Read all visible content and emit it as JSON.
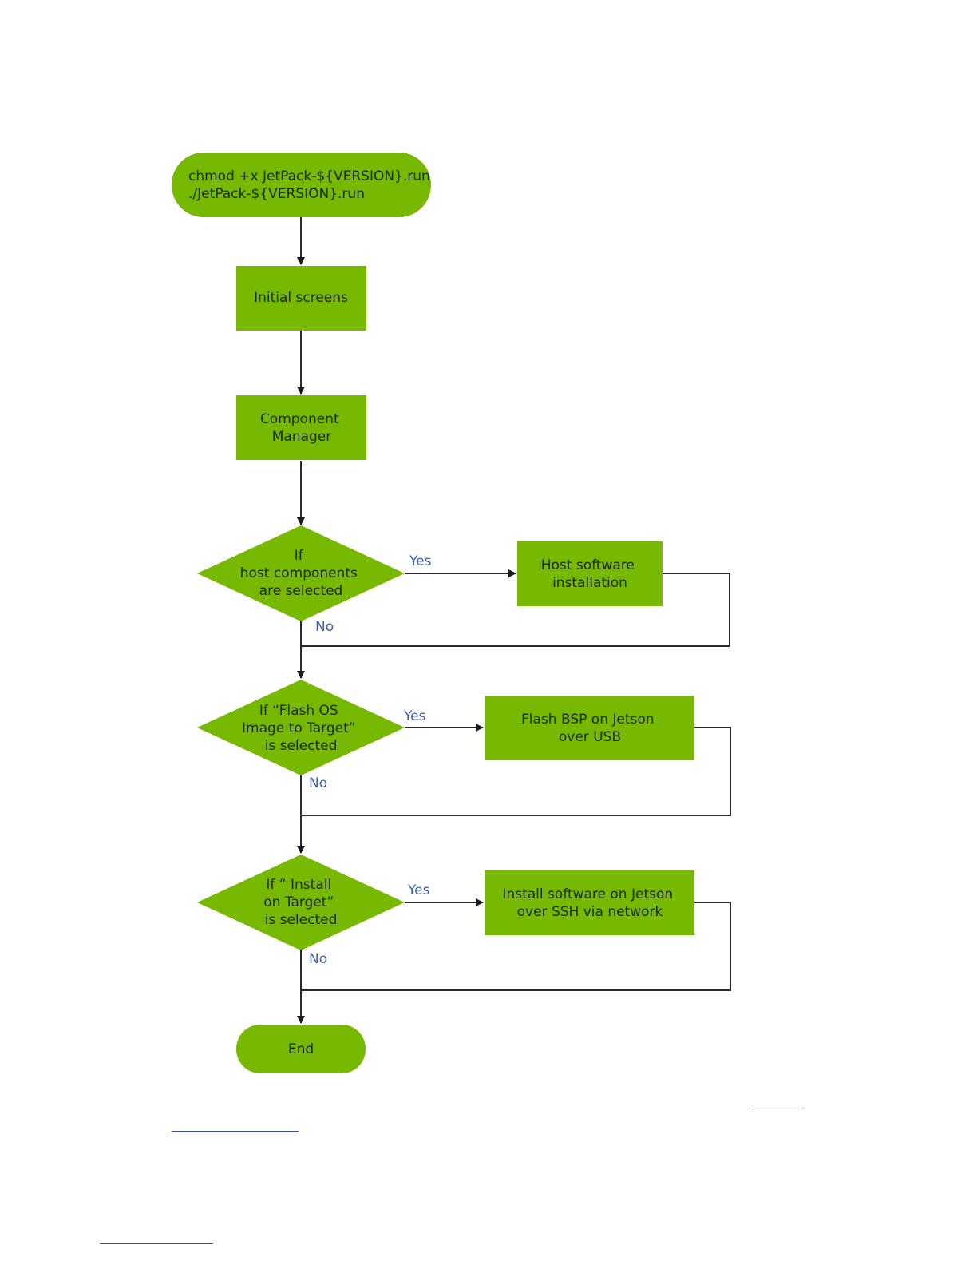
{
  "colors": {
    "node_fill": "#76b900",
    "node_text": "#1e2a10",
    "edge_label": "#3a62b8",
    "connector": "#2a2a2a",
    "link_underline": "#2f55b0"
  },
  "nodes": {
    "start": {
      "lines": [
        "chmod +x JetPack-${VERSION}.run",
        "./JetPack-${VERSION}.run"
      ]
    },
    "initial_screens": {
      "lines": [
        "Initial screens"
      ]
    },
    "component_manager": {
      "lines": [
        "Component",
        "Manager"
      ]
    },
    "decision_host": {
      "lines": [
        "If",
        "host components",
        "are selected"
      ]
    },
    "host_install": {
      "lines": [
        "Host software",
        "installation"
      ]
    },
    "decision_flash": {
      "lines": [
        "If “Flash OS",
        "Image to Target”",
        "is selected"
      ]
    },
    "flash_bsp": {
      "lines": [
        "Flash BSP on Jetson",
        "over USB"
      ]
    },
    "decision_install": {
      "lines": [
        "If “ Install",
        "on Target”",
        "is selected"
      ]
    },
    "install_sw": {
      "lines": [
        "Install software on Jetson",
        "over SSH via network"
      ]
    },
    "end": {
      "lines": [
        "End"
      ]
    }
  },
  "edge_labels": {
    "host_yes": "Yes",
    "host_no": "No",
    "flash_yes": "Yes",
    "flash_no": "No",
    "install_yes": "Yes",
    "install_no": "No"
  }
}
